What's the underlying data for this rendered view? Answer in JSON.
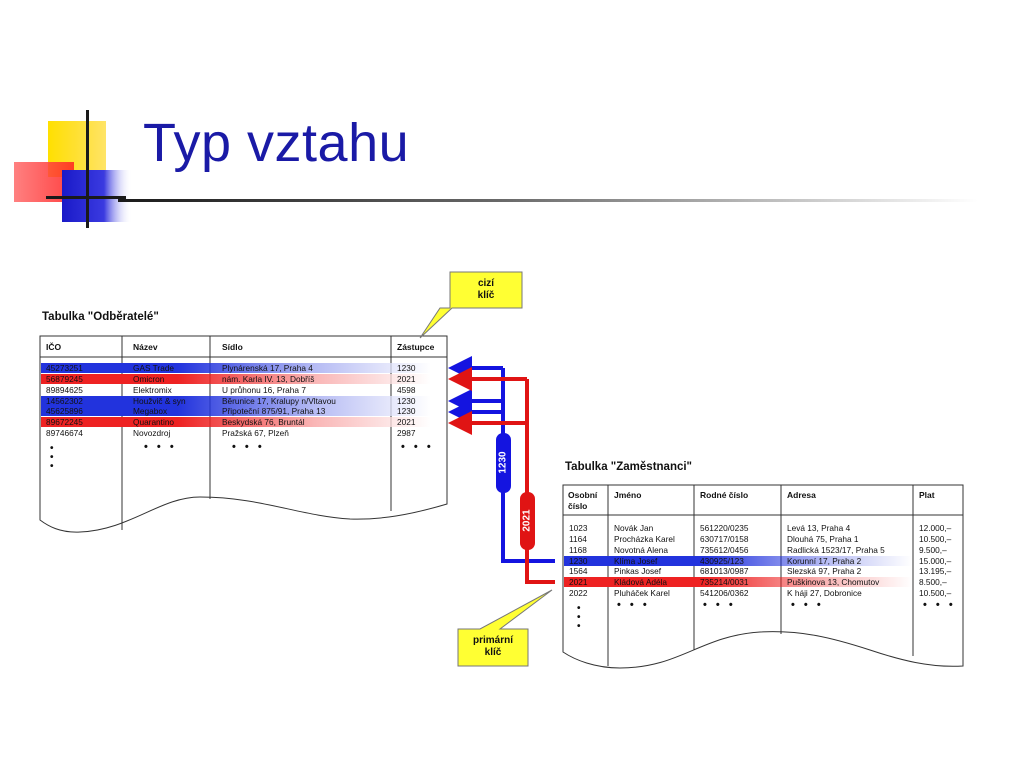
{
  "slide": {
    "title": "Typ vztahu"
  },
  "odberatele": {
    "name": "Tabulka \"Odběratelé\"",
    "headers": [
      "IČO",
      "Název",
      "Sídlo",
      "Zástupce"
    ],
    "rows": [
      {
        "ico": "45273251",
        "nazev": "GAS Trade",
        "sidlo": "Plynárenská 17, Praha 4",
        "zastupce": "1230",
        "color": "#2233dd"
      },
      {
        "ico": "56879245",
        "nazev": "Omicron",
        "sidlo": "nám. Karla IV. 13, Dobříš",
        "zastupce": "2021",
        "color": "#ee2222"
      },
      {
        "ico": "89894625",
        "nazev": "Elektromix",
        "sidlo": "U průhonu 16, Praha 7",
        "zastupce": "4598",
        "color": ""
      },
      {
        "ico": "14562302",
        "nazev": "Houžvič & syn",
        "sidlo": "Běrunice 17, Kralupy n/Vltavou",
        "zastupce": "1230",
        "color": "#2233dd"
      },
      {
        "ico": "45625896",
        "nazev": "Megabox",
        "sidlo": "Připoteční 875/91, Praha 13",
        "zastupce": "1230",
        "color": "#2233dd"
      },
      {
        "ico": "89672245",
        "nazev": "Quarantino",
        "sidlo": "Beskydská 76, Bruntál",
        "zastupce": "2021",
        "color": "#ee2222"
      },
      {
        "ico": "89746674",
        "nazev": "Novozdroj",
        "sidlo": "Pražská 67, Plzeň",
        "zastupce": "2987",
        "color": ""
      }
    ],
    "more": "• • •"
  },
  "zamestnanci": {
    "name": "Tabulka \"Zaměstnanci\"",
    "headers": [
      "Osobní",
      "číslo",
      "Jméno",
      "Rodné číslo",
      "Adresa",
      "Plat"
    ],
    "rows": [
      {
        "cislo": "1023",
        "jmeno": "Novák Jan",
        "rc": "561220/0235",
        "adresa": "Levá 13, Praha 4",
        "plat": "12.000,–",
        "color": ""
      },
      {
        "cislo": "1164",
        "jmeno": "Procházka Karel",
        "rc": "630717/0158",
        "adresa": "Dlouhá 75, Praha 1",
        "plat": "10.500,–",
        "color": ""
      },
      {
        "cislo": "1168",
        "jmeno": "Novotná Alena",
        "rc": "735612/0456",
        "adresa": "Radlická 1523/17, Praha 5",
        "plat": "9.500,–",
        "color": ""
      },
      {
        "cislo": "1230",
        "jmeno": "Klíma Josef",
        "rc": "430925/123",
        "adresa": "Korunní 17, Praha 2",
        "plat": "15.000,–",
        "color": "#2233dd"
      },
      {
        "cislo": "1564",
        "jmeno": "Pinkas Josef",
        "rc": "681013/0987",
        "adresa": "Slezská 97, Praha 2",
        "plat": "13.195,–",
        "color": ""
      },
      {
        "cislo": "2021",
        "jmeno": "Kládová Adéla",
        "rc": "735214/0031",
        "adresa": "Puškinova 13, Chomutov",
        "plat": "8.500,–",
        "color": "#ee2222"
      },
      {
        "cislo": "2022",
        "jmeno": "Pluháček Karel",
        "rc": "541206/0362",
        "adresa": "K háji 27, Dobronice",
        "plat": "10.500,–",
        "color": ""
      }
    ],
    "more": "• • •"
  },
  "callouts": {
    "foreign_key": [
      "cizí",
      "klíč"
    ],
    "primary_key": [
      "primární",
      "klíč"
    ]
  },
  "arrows": {
    "blue_label": "1230",
    "red_label": "2021",
    "blue_color": "#1414e0",
    "red_color": "#e01414"
  }
}
